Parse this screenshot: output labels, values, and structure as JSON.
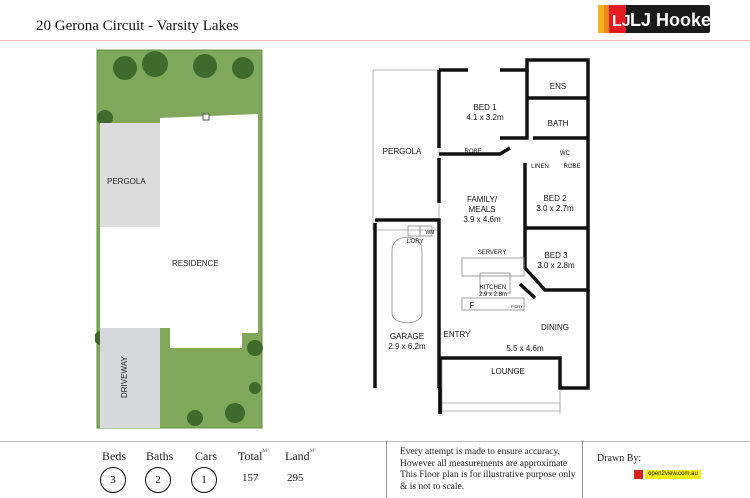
{
  "header": {
    "title": "20 Gerona Circuit - Varsity Lakes",
    "brand": "LJ Hooker",
    "brand_colors": {
      "yellow": "#f6b51e",
      "red": "#e21b22",
      "black": "#1a1a1a"
    }
  },
  "site_plan": {
    "labels": {
      "pergola": "PERGOLA",
      "residence": "RESIDENCE",
      "driveway": "DRIVEWAY"
    },
    "colors": {
      "grass": "#7fa85a",
      "residence": "#ffffff",
      "paving": "#d6d8dc"
    }
  },
  "floor_plan": {
    "rooms": [
      {
        "name": "BED 1",
        "size": "4.1 x 3.2m"
      },
      {
        "name": "ENS",
        "size": ""
      },
      {
        "name": "BATH",
        "size": ""
      },
      {
        "name": "ROBE",
        "size": ""
      },
      {
        "name": "WC",
        "size": ""
      },
      {
        "name": "LINEN",
        "size": ""
      },
      {
        "name": "ROBE",
        "size": ""
      },
      {
        "name": "PERGOLA",
        "size": ""
      },
      {
        "name": "FAMILY/",
        "size": "MEALS"
      },
      {
        "name": "",
        "size": "3.9 x 4.6m"
      },
      {
        "name": "BED 2",
        "size": "3.0 x 2.7m"
      },
      {
        "name": "BED 3",
        "size": "3.0 x 2.8m"
      },
      {
        "name": "L'DRY",
        "size": ""
      },
      {
        "name": "WM",
        "size": ""
      },
      {
        "name": "SERVERY",
        "size": ""
      },
      {
        "name": "KITCHEN",
        "size": "2.9 x 2.8m"
      },
      {
        "name": "F",
        "size": ""
      },
      {
        "name": "P'DRY",
        "size": ""
      },
      {
        "name": "GARAGE",
        "size": "2.9 x 6.2m"
      },
      {
        "name": "ENTRY",
        "size": ""
      },
      {
        "name": "DINING",
        "size": ""
      },
      {
        "name": "",
        "size": "5.5 x 4.6m"
      },
      {
        "name": "LOUNGE",
        "size": ""
      }
    ]
  },
  "footer": {
    "stats": [
      {
        "label": "Beds",
        "value": "3",
        "circled": true
      },
      {
        "label": "Baths",
        "value": "2",
        "circled": true
      },
      {
        "label": "Cars",
        "value": "1",
        "circled": true
      },
      {
        "label": "Total",
        "unit": "M²",
        "value": "157",
        "circled": false
      },
      {
        "label": "Land",
        "unit": "M²",
        "value": "295",
        "circled": false
      }
    ],
    "disclaimer": "Every attempt is made to ensure accuracy, However all measurements are approximate This Floor plan is for illustrative purpose only & is not to scale.",
    "drawn_by_label": "Drawn By:",
    "drawn_by": "open2view.com.au"
  }
}
